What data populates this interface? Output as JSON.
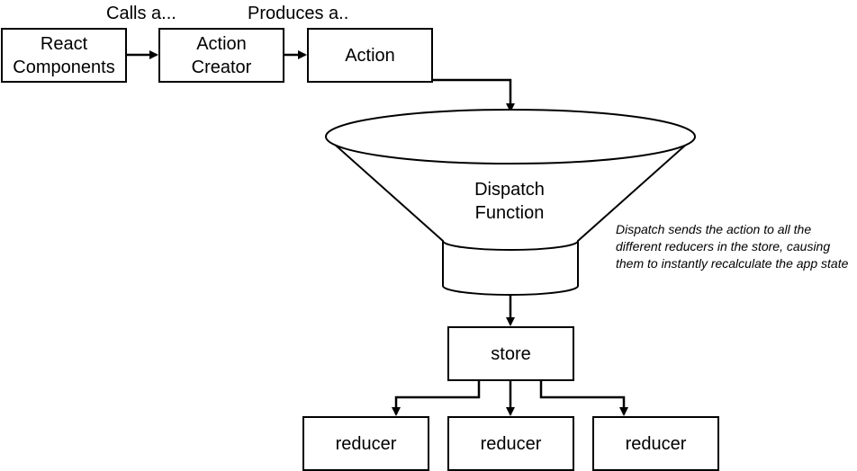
{
  "nodes": {
    "react_components": "React\nComponents",
    "action_creator": "Action\nCreator",
    "action": "Action",
    "dispatch_function": "Dispatch\nFunction",
    "store": "store",
    "reducer_1": "reducer",
    "reducer_2": "reducer",
    "reducer_3": "reducer"
  },
  "edge_labels": {
    "calls": "Calls a...",
    "produces": "Produces a.."
  },
  "note": "Dispatch sends the action to all the different reducers in the store, causing them to instantly recalculate the app state",
  "colors": {
    "stroke": "#000000",
    "fill": "#ffffff"
  }
}
